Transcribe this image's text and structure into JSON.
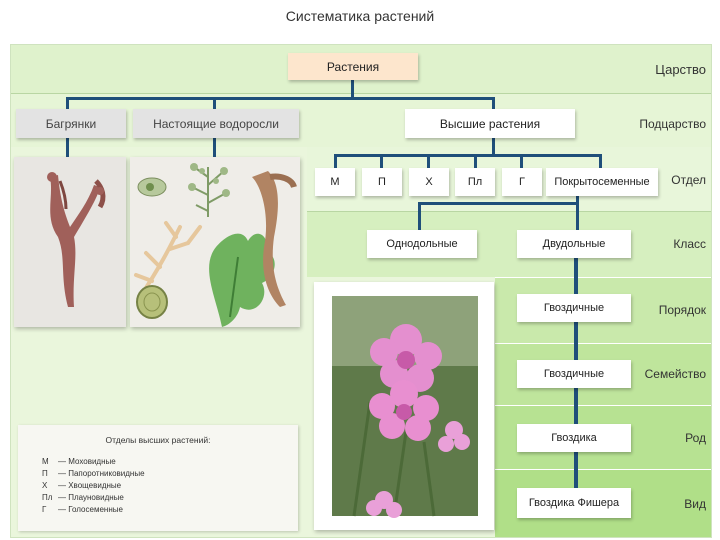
{
  "title": "Систематика растений",
  "ranks": {
    "kingdom": "Царство",
    "subkingdom": "Подцарство",
    "division": "Отдел",
    "class": "Класс",
    "order": "Порядок",
    "family": "Семейство",
    "genus": "Род",
    "species": "Вид"
  },
  "nodes": {
    "plants": "Растения",
    "red_algae": "Багрянки",
    "true_algae": "Настоящие водоросли",
    "higher_plants": "Высшие растения",
    "div_m": "М",
    "div_p": "П",
    "div_x": "Х",
    "div_pl": "Пл",
    "div_g": "Г",
    "angiosperms": "Покрытосеменные",
    "monocots": "Однодольные",
    "dicots": "Двудольные",
    "order_caryophyllales": "Гвоздичные",
    "family_caryophyllaceae": "Гвоздичные",
    "genus_dianthus": "Гвоздика",
    "species_dianthus_fischeri": "Гвоздика Фишера"
  },
  "legend": {
    "title": "Отделы высших растений:",
    "items": [
      {
        "abbr": "М",
        "text": "— Моховидные"
      },
      {
        "abbr": "П",
        "text": "— Папоротниковидные"
      },
      {
        "abbr": "Х",
        "text": "— Хвощевидные"
      },
      {
        "abbr": "Пл",
        "text": "— Плауновидные"
      },
      {
        "abbr": "Г",
        "text": "— Голосеменные"
      }
    ]
  },
  "colors": {
    "connector": "#1f4f7a",
    "background": "#eaf6dc",
    "band_light": "#d8efc4",
    "band_mid": "#c9e8ae",
    "band_strong": "#b8e09a",
    "kingdom_box": "#fde6cd",
    "algae_box": "#e3e3e3"
  }
}
